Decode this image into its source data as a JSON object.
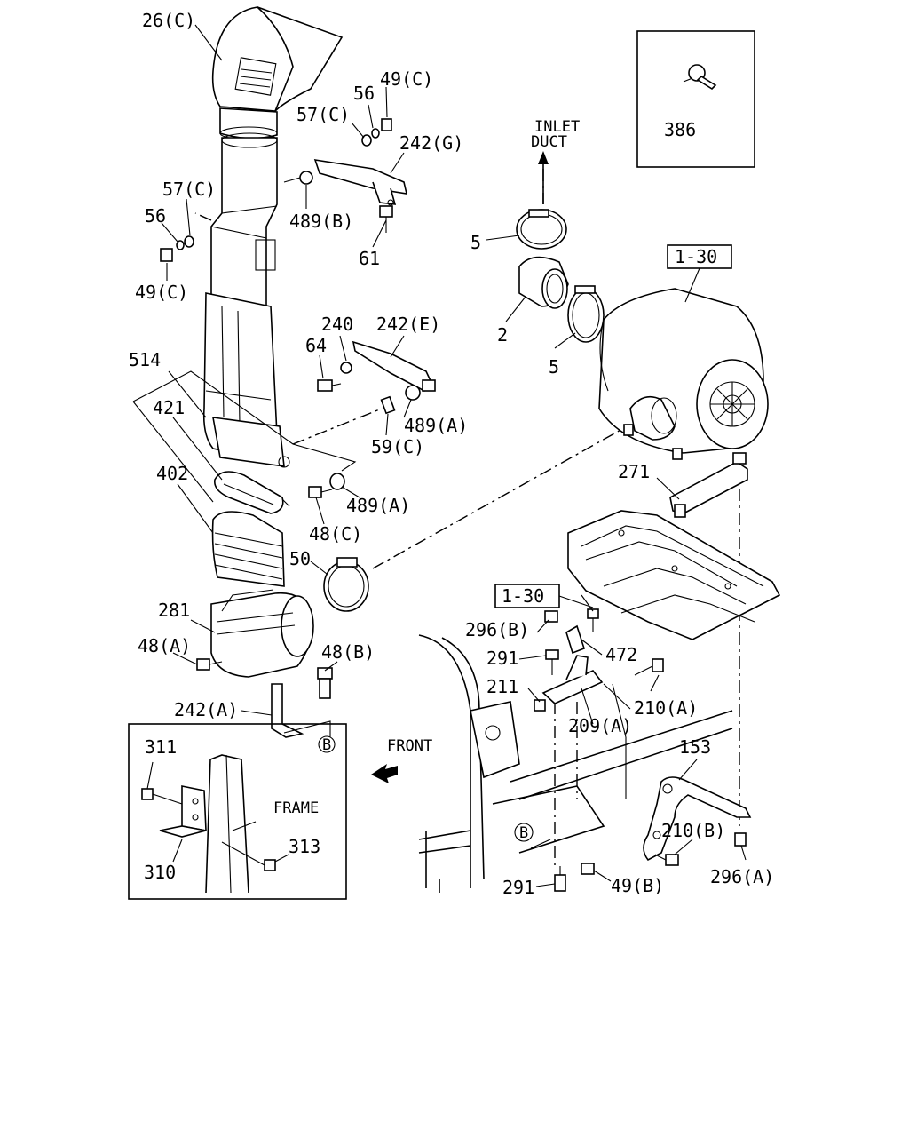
{
  "labels": {
    "l_26c": "26(C)",
    "l_49c_top": "49(C)",
    "l_56_top": "56",
    "l_57c_top": "57(C)",
    "l_242g": "242(G)",
    "l_57c_left": "57(C)",
    "l_56_left": "56",
    "l_489b": "489(B)",
    "l_61": "61",
    "l_49c_left": "49(C)",
    "l_386": "386",
    "l_inlet": "INLET",
    "l_duct": "DUCT",
    "l_5_top": "5",
    "l_1_30_top": "1-30",
    "l_2": "2",
    "l_5_bottom": "5",
    "l_240": "240",
    "l_242e": "242(E)",
    "l_64": "64",
    "l_514": "514",
    "l_421": "421",
    "l_489a_top": "489(A)",
    "l_59c": "59(C)",
    "l_402": "402",
    "l_489a_bottom": "489(A)",
    "l_48c": "48(C)",
    "l_271": "271",
    "l_50": "50",
    "l_1_30_mid": "1-30",
    "l_281": "281",
    "l_296b": "296(B)",
    "l_48a": "48(A)",
    "l_48b": "48(B)",
    "l_291_top": "291",
    "l_472": "472",
    "l_211": "211",
    "l_210a": "210(A)",
    "l_242a": "242(A)",
    "l_b_circle_left": "B",
    "l_209a": "209(A)",
    "l_311": "311",
    "l_front": "FRONT",
    "l_153": "153",
    "l_frame": "FRAME",
    "l_b_circle_right": "B",
    "l_210b": "210(B)",
    "l_313": "313",
    "l_310": "310",
    "l_291_bottom": "291",
    "l_49b": "49(B)",
    "l_296a": "296(A)"
  }
}
